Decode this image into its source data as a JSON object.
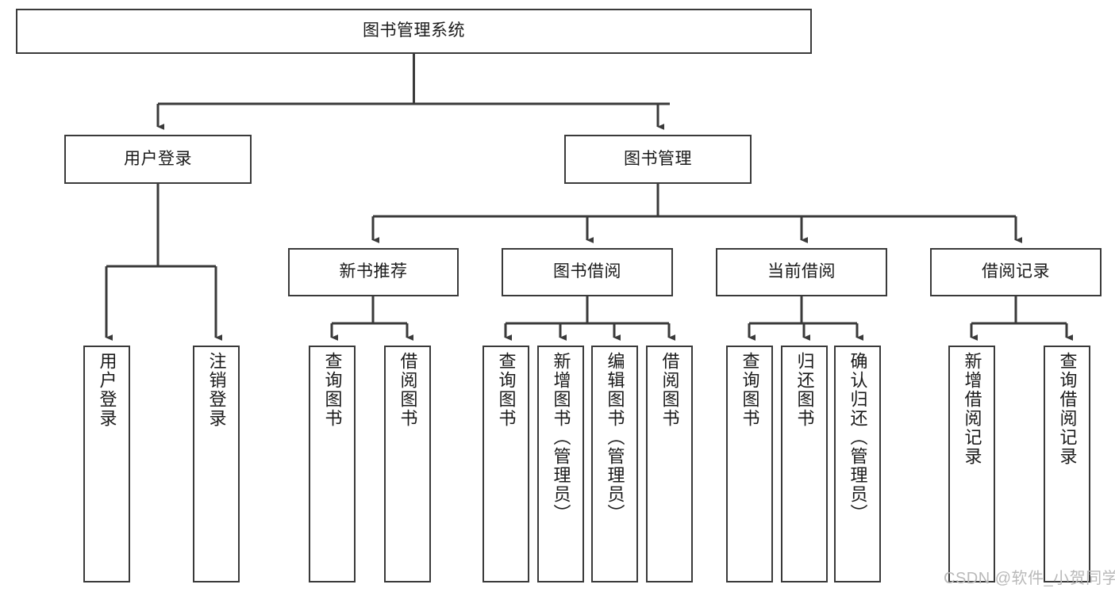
{
  "diagram": {
    "type": "tree-flowchart",
    "title": "图书管理系统",
    "watermark": "CSDN @软件_小贺同学",
    "colors": {
      "border": "#3a3a3a",
      "background": "#ffffff",
      "text": "#1a1a1a",
      "watermark": "#b9b9b9"
    },
    "nodes": [
      {
        "id": "root",
        "label": "图书管理系统",
        "orientation": "horizontal",
        "level": 0
      },
      {
        "id": "user-login",
        "label": "用户登录",
        "orientation": "horizontal",
        "level": 1
      },
      {
        "id": "book-manage",
        "label": "图书管理",
        "orientation": "horizontal",
        "level": 1
      },
      {
        "id": "new-book-rec",
        "label": "新书推荐",
        "orientation": "horizontal",
        "level": 2
      },
      {
        "id": "book-borrow",
        "label": "图书借阅",
        "orientation": "horizontal",
        "level": 2
      },
      {
        "id": "current-borrow",
        "label": "当前借阅",
        "orientation": "horizontal",
        "level": 2
      },
      {
        "id": "borrow-record",
        "label": "借阅记录",
        "orientation": "horizontal",
        "level": 2
      },
      {
        "id": "leaf-login",
        "label": "用户登录",
        "orientation": "vertical",
        "level": 3
      },
      {
        "id": "leaf-logout",
        "label": "注销登录",
        "orientation": "vertical",
        "level": 3
      },
      {
        "id": "leaf-query-1",
        "label": "查询图书",
        "orientation": "vertical",
        "level": 3
      },
      {
        "id": "leaf-borrow-1",
        "label": "借阅图书",
        "orientation": "vertical",
        "level": 3
      },
      {
        "id": "leaf-query-2",
        "label": "查询图书",
        "orientation": "vertical",
        "level": 3
      },
      {
        "id": "leaf-add-book",
        "label": "新增图书（管理员）",
        "orientation": "vertical",
        "level": 3
      },
      {
        "id": "leaf-edit-book",
        "label": "编辑图书（管理员）",
        "orientation": "vertical",
        "level": 3
      },
      {
        "id": "leaf-borrow-2",
        "label": "借阅图书",
        "orientation": "vertical",
        "level": 3
      },
      {
        "id": "leaf-query-3",
        "label": "查询图书",
        "orientation": "vertical",
        "level": 3
      },
      {
        "id": "leaf-return",
        "label": "归还图书",
        "orientation": "vertical",
        "level": 3
      },
      {
        "id": "leaf-confirm",
        "label": "确认归还（管理员）",
        "orientation": "vertical",
        "level": 3
      },
      {
        "id": "leaf-add-rec",
        "label": "新增借阅记录",
        "orientation": "vertical",
        "level": 3
      },
      {
        "id": "leaf-query-rec",
        "label": "查询借阅记录",
        "orientation": "vertical",
        "level": 3
      }
    ],
    "edges": [
      {
        "from": "root",
        "to": "user-login"
      },
      {
        "from": "root",
        "to": "book-manage"
      },
      {
        "from": "user-login",
        "to": "leaf-login"
      },
      {
        "from": "user-login",
        "to": "leaf-logout"
      },
      {
        "from": "book-manage",
        "to": "new-book-rec"
      },
      {
        "from": "book-manage",
        "to": "book-borrow"
      },
      {
        "from": "book-manage",
        "to": "current-borrow"
      },
      {
        "from": "book-manage",
        "to": "borrow-record"
      },
      {
        "from": "new-book-rec",
        "to": "leaf-query-1"
      },
      {
        "from": "new-book-rec",
        "to": "leaf-borrow-1"
      },
      {
        "from": "book-borrow",
        "to": "leaf-query-2"
      },
      {
        "from": "book-borrow",
        "to": "leaf-add-book"
      },
      {
        "from": "book-borrow",
        "to": "leaf-edit-book"
      },
      {
        "from": "book-borrow",
        "to": "leaf-borrow-2"
      },
      {
        "from": "current-borrow",
        "to": "leaf-query-3"
      },
      {
        "from": "current-borrow",
        "to": "leaf-return"
      },
      {
        "from": "current-borrow",
        "to": "leaf-confirm"
      },
      {
        "from": "borrow-record",
        "to": "leaf-add-rec"
      },
      {
        "from": "borrow-record",
        "to": "leaf-query-rec"
      }
    ]
  }
}
